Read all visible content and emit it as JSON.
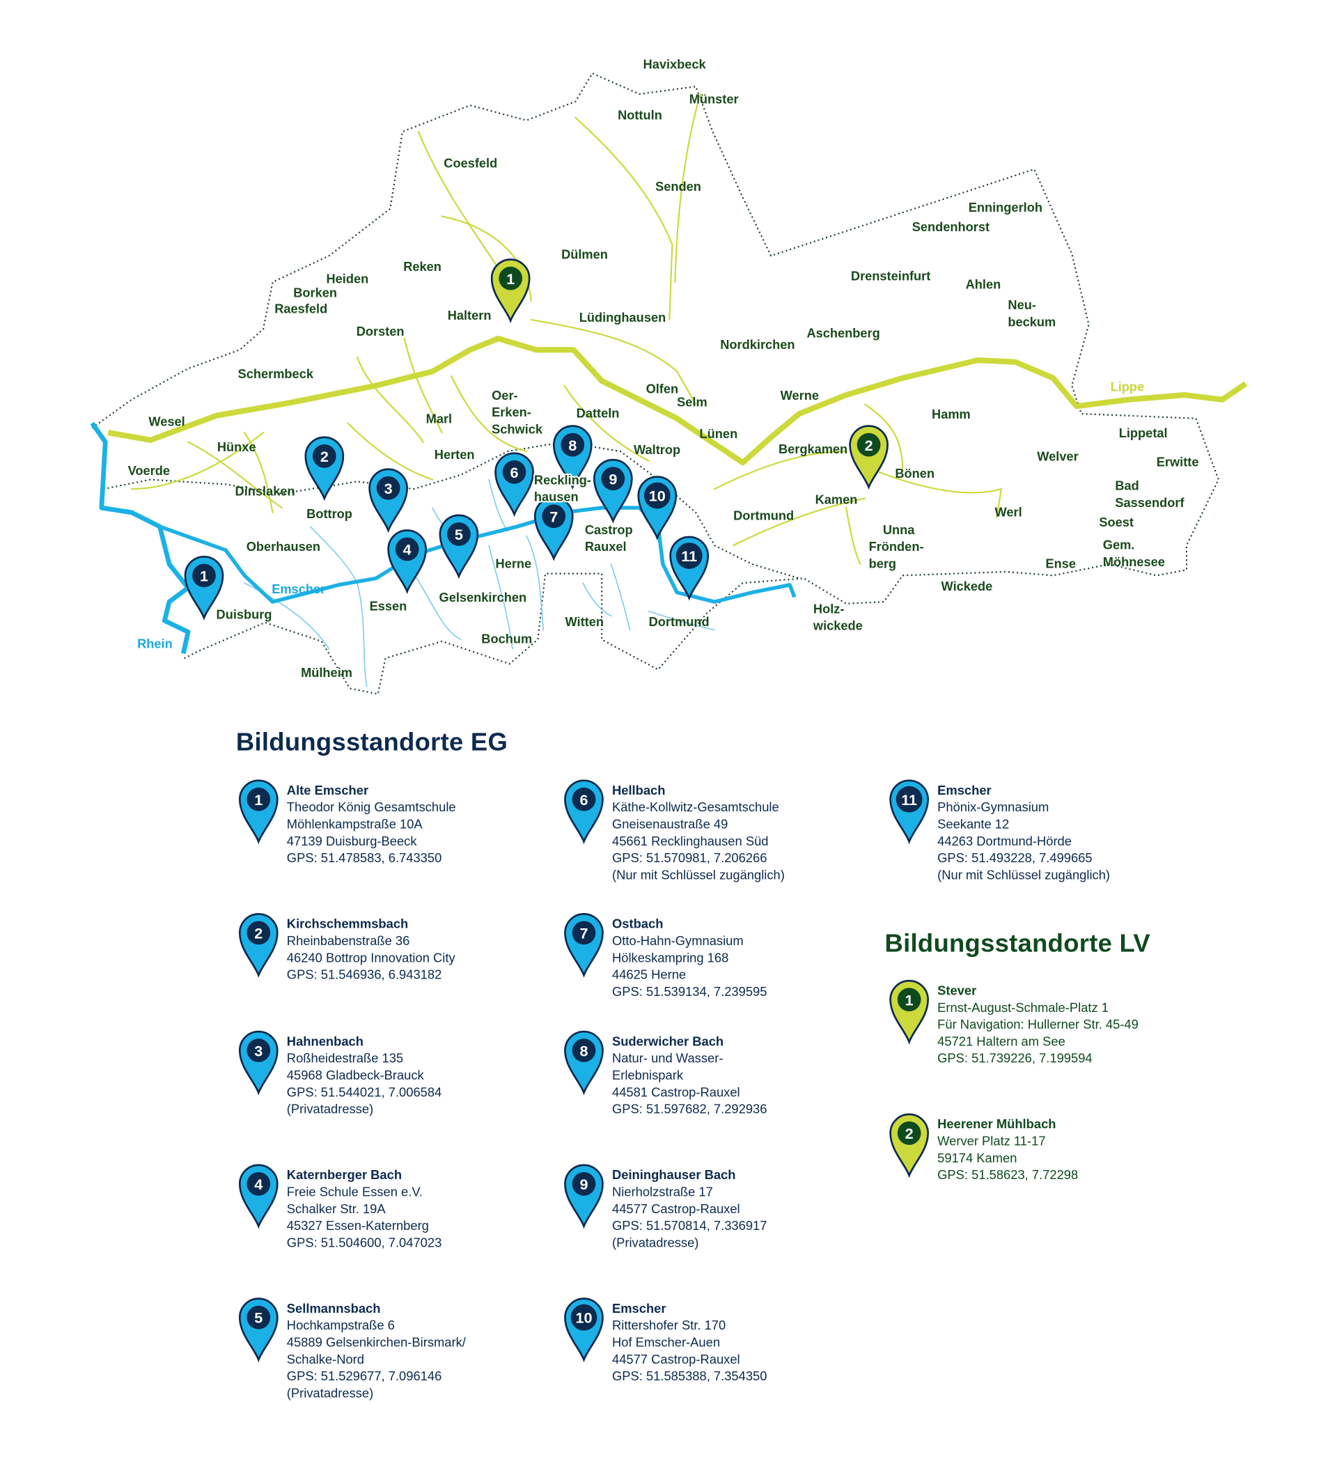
{
  "colors": {
    "blue": "#1bb1e6",
    "navy": "#0d2a4f",
    "lime": "#ccd93a",
    "green": "#0f4a1e"
  },
  "map": {
    "labels": [
      {
        "text": "Havixbeck",
        "kind": "city"
      },
      {
        "text": "Münster",
        "kind": "city"
      },
      {
        "text": "Nottuln",
        "kind": "city"
      },
      {
        "text": "Coesfeld",
        "kind": "city"
      },
      {
        "text": "Senden",
        "kind": "city"
      },
      {
        "text": "Enningerloh",
        "kind": "city"
      },
      {
        "text": "Sendenhorst",
        "kind": "city"
      },
      {
        "text": "Dülmen",
        "kind": "city"
      },
      {
        "text": "Reken",
        "kind": "city"
      },
      {
        "text": "Heiden",
        "kind": "city"
      },
      {
        "text": "Borken",
        "kind": "city"
      },
      {
        "text": "Raesfeld",
        "kind": "city"
      },
      {
        "text": "Drensteinfurt",
        "kind": "city"
      },
      {
        "text": "Ahlen",
        "kind": "city"
      },
      {
        "text": "Neu-",
        "kind": "city"
      },
      {
        "text": "beckum",
        "kind": "city"
      },
      {
        "text": "Haltern",
        "kind": "city"
      },
      {
        "text": "Lüdinghausen",
        "kind": "city"
      },
      {
        "text": "Dorsten",
        "kind": "city"
      },
      {
        "text": "Aschenberg",
        "kind": "city"
      },
      {
        "text": "Nordkirchen",
        "kind": "city"
      },
      {
        "text": "Schermbeck",
        "kind": "city"
      },
      {
        "text": "Olfen",
        "kind": "city"
      },
      {
        "text": "Lippe",
        "kind": "river-lime"
      },
      {
        "text": "Oer-",
        "kind": "city"
      },
      {
        "text": "Erken-",
        "kind": "city"
      },
      {
        "text": "Schwick",
        "kind": "city"
      },
      {
        "text": "Werne",
        "kind": "city"
      },
      {
        "text": "Selm",
        "kind": "city"
      },
      {
        "text": "Datteln",
        "kind": "city"
      },
      {
        "text": "Marl",
        "kind": "city"
      },
      {
        "text": "Hamm",
        "kind": "city"
      },
      {
        "text": "Wesel",
        "kind": "city"
      },
      {
        "text": "Lippetal",
        "kind": "city"
      },
      {
        "text": "Lünen",
        "kind": "city"
      },
      {
        "text": "Hünxe",
        "kind": "city"
      },
      {
        "text": "Herten",
        "kind": "city"
      },
      {
        "text": "Waltrop",
        "kind": "city"
      },
      {
        "text": "Bergkamen",
        "kind": "city"
      },
      {
        "text": "Welver",
        "kind": "city"
      },
      {
        "text": "Erwitte",
        "kind": "city"
      },
      {
        "text": "Voerde",
        "kind": "city"
      },
      {
        "text": "Bönen",
        "kind": "city"
      },
      {
        "text": "Reckling-",
        "kind": "city"
      },
      {
        "text": "hausen",
        "kind": "city"
      },
      {
        "text": "Dinslaken",
        "kind": "city"
      },
      {
        "text": "Bad",
        "kind": "city"
      },
      {
        "text": "Sassendorf",
        "kind": "city"
      },
      {
        "text": "Kamen",
        "kind": "city"
      },
      {
        "text": "Bottrop",
        "kind": "city"
      },
      {
        "text": "Dortmund",
        "kind": "city"
      },
      {
        "text": "Werl",
        "kind": "city"
      },
      {
        "text": "Soest",
        "kind": "city"
      },
      {
        "text": "Castrop",
        "kind": "city"
      },
      {
        "text": "Rauxel",
        "kind": "city"
      },
      {
        "text": "Unna",
        "kind": "city"
      },
      {
        "text": "Oberhausen",
        "kind": "city"
      },
      {
        "text": "Frönden-",
        "kind": "city"
      },
      {
        "text": "berg",
        "kind": "city"
      },
      {
        "text": "Gem.",
        "kind": "city"
      },
      {
        "text": "Möhnesee",
        "kind": "city"
      },
      {
        "text": "Ense",
        "kind": "city"
      },
      {
        "text": "Herne",
        "kind": "city"
      },
      {
        "text": "Emscher",
        "kind": "river-blue"
      },
      {
        "text": "Wickede",
        "kind": "city"
      },
      {
        "text": "Gelsenkirchen",
        "kind": "city"
      },
      {
        "text": "Essen",
        "kind": "city"
      },
      {
        "text": "Holz-",
        "kind": "city"
      },
      {
        "text": "wickede",
        "kind": "city"
      },
      {
        "text": "Duisburg",
        "kind": "city"
      },
      {
        "text": "Witten",
        "kind": "city"
      },
      {
        "text": "Dortmund",
        "kind": "city"
      },
      {
        "text": "Bochum",
        "kind": "city"
      },
      {
        "text": "Rhein",
        "kind": "river-blue"
      },
      {
        "text": "Mülheim",
        "kind": "city"
      }
    ],
    "pins_eg": [
      "1",
      "2",
      "3",
      "4",
      "5",
      "6",
      "7",
      "8",
      "9",
      "10",
      "11"
    ],
    "pins_lv": [
      "1",
      "2"
    ]
  },
  "eg": {
    "title": "Bildungsstandorte EG",
    "entries": [
      {
        "num": "1",
        "title": "Alte Emscher",
        "lines": [
          "Theodor König Gesamtschule",
          "Möhlenkampstraße 10A",
          "47139 Duisburg-Beeck",
          "GPS: 51.478583, 6.743350"
        ]
      },
      {
        "num": "2",
        "title": "Kirchschemmsbach",
        "lines": [
          "Rheinbabenstraße 36",
          "46240 Bottrop Innovation City",
          "GPS: 51.546936, 6.943182"
        ]
      },
      {
        "num": "3",
        "title": "Hahnenbach",
        "lines": [
          "Roßheidestraße 135",
          "45968 Gladbeck-Brauck",
          "GPS: 51.544021, 7.006584",
          "(Privatadresse)"
        ]
      },
      {
        "num": "4",
        "title": "Katernberger Bach",
        "lines": [
          "Freie Schule Essen e.V.",
          "Schalker Str. 19A",
          "45327 Essen-Katernberg",
          "GPS: 51.504600, 7.047023"
        ]
      },
      {
        "num": "5",
        "title": "Sellmannsbach",
        "lines": [
          "Hochkampstraße 6",
          "45889 Gelsenkirchen-Birsmark/",
          "Schalke-Nord",
          "GPS: 51.529677, 7.096146",
          "(Privatadresse)"
        ]
      },
      {
        "num": "6",
        "title": "Hellbach",
        "lines": [
          "Käthe-Kollwitz-Gesamtschule",
          "Gneisenaustraße 49",
          "45661 Recklinghausen Süd",
          "GPS: 51.570981, 7.206266",
          "(Nur mit Schlüssel zugänglich)"
        ]
      },
      {
        "num": "7",
        "title": "Ostbach",
        "lines": [
          "Otto-Hahn-Gymnasium",
          "Hölkeskampring 168",
          "44625 Herne",
          "GPS: 51.539134, 7.239595"
        ]
      },
      {
        "num": "8",
        "title": "Suderwicher Bach",
        "lines": [
          "Natur- und Wasser-",
          "Erlebnispark",
          "44581 Castrop-Rauxel",
          "GPS: 51.597682, 7.292936"
        ]
      },
      {
        "num": "9",
        "title": "Deininghauser Bach",
        "lines": [
          "Nierholzstraße 17",
          "44577 Castrop-Rauxel",
          "GPS: 51.570814, 7.336917",
          "(Privatadresse)"
        ]
      },
      {
        "num": "10",
        "title": "Emscher",
        "lines": [
          "Rittershofer Str. 170",
          "Hof Emscher-Auen",
          "44577 Castrop-Rauxel",
          "GPS: 51.585388, 7.354350"
        ]
      },
      {
        "num": "11",
        "title": "Emscher",
        "lines": [
          "Phönix-Gymnasium",
          "Seekante 12",
          "44263 Dortmund-Hörde",
          "GPS: 51.493228, 7.499665",
          "(Nur mit Schlüssel zugänglich)"
        ]
      }
    ]
  },
  "lv": {
    "title": "Bildungsstandorte LV",
    "entries": [
      {
        "num": "1",
        "title": "Stever",
        "lines": [
          "Ernst-August-Schmale-Platz 1",
          "Für Navigation: Hullerner Str. 45-49",
          "45721 Haltern am See",
          "GPS: 51.739226, 7.199594"
        ]
      },
      {
        "num": "2",
        "title": "Heerener Mühlbach",
        "lines": [
          "Werver Platz 11-17",
          "59174 Kamen",
          "GPS: 51.58623, 7.72298"
        ]
      }
    ]
  }
}
